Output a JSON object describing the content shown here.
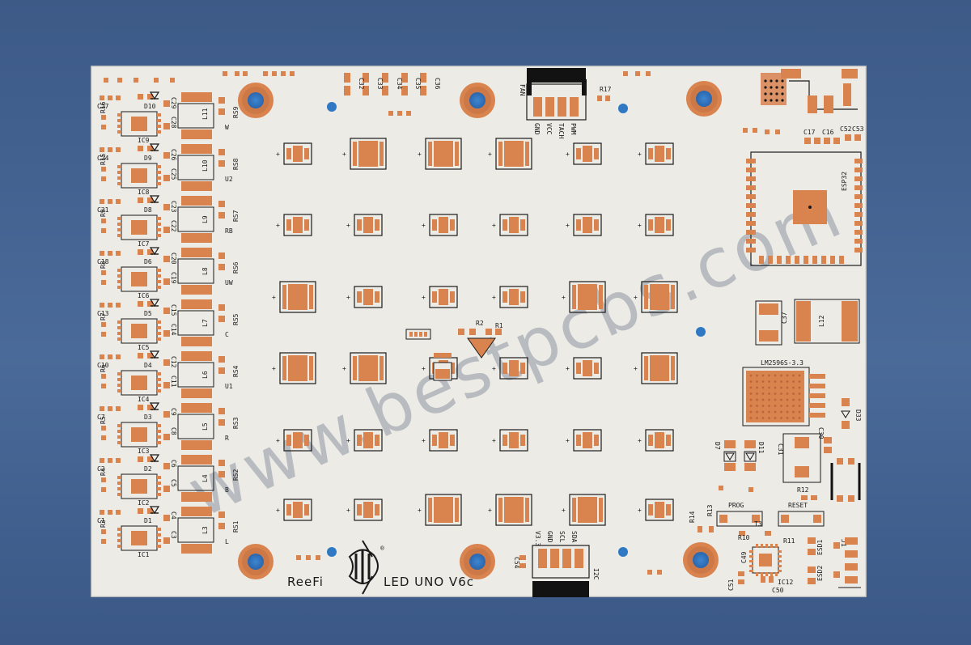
{
  "board": {
    "brand": "ReeFi",
    "registered_mark": "®",
    "model": "LED UNO V6c",
    "watermark": "www.bestpcbs.com",
    "chip_label": "ESP32",
    "regulator_label": "LM2596S-3.3",
    "fan_header": {
      "title": "FAN",
      "pins": [
        "GND",
        "VCC",
        "TACH",
        "PWM"
      ]
    },
    "i2c_header": {
      "title": "I2C",
      "pins": [
        "V3.3",
        "GND",
        "SCL",
        "SDA"
      ]
    },
    "buttons": {
      "prog": "PROG",
      "reset": "RESET"
    },
    "channels": [
      "W",
      "U2",
      "RB",
      "UW",
      "C",
      "U1",
      "R",
      "B",
      "L"
    ],
    "left_refs": {
      "caps_left": [
        "C27",
        "C24",
        "C21",
        "C18",
        "C13",
        "C10",
        "C7",
        "C2",
        "C1"
      ],
      "res_left": [
        "R16",
        "R15",
        "R9",
        "R8",
        "R7",
        "R6",
        "R5",
        "R4",
        "R3"
      ],
      "ics": [
        "IC9",
        "IC8",
        "IC7",
        "IC6",
        "IC5",
        "IC4",
        "IC3",
        "IC2",
        "IC1"
      ],
      "diodes": [
        "D10",
        "D9",
        "D8",
        "D6",
        "D5",
        "D4",
        "D3",
        "D2",
        "D1"
      ],
      "inductors": [
        "L11",
        "L10",
        "L9",
        "L8",
        "L7",
        "L6",
        "L5",
        "L4",
        "L3"
      ],
      "sense_res": [
        "RS9",
        "RS8",
        "RS7",
        "RS6",
        "RS5",
        "RS4",
        "RS3",
        "RS2",
        "RS1"
      ],
      "caps_inner": [
        [
          "C28",
          "C29"
        ],
        [
          "C25",
          "C26"
        ],
        [
          "C22",
          "C23"
        ],
        [
          "C19",
          "C20"
        ],
        [
          "C14",
          "C15"
        ],
        [
          "C11",
          "C12"
        ],
        [
          "C8",
          "C9"
        ],
        [
          "C5",
          "C6"
        ],
        [
          "C3",
          "C4"
        ]
      ]
    },
    "top_caps": [
      "C32",
      "C33",
      "C34",
      "C35",
      "C36"
    ],
    "misc_refs": {
      "r17": "R17",
      "r1": "R1",
      "r2": "R2",
      "c17": "C17",
      "c16": "C16",
      "c52": "C52",
      "c53": "C53",
      "c37": "C37",
      "l12": "L12",
      "d33": "D33",
      "d7": "D7",
      "d11": "D11",
      "c31": "C31",
      "c30": "C30",
      "r12": "R12",
      "r10": "R10",
      "r11": "R11",
      "t3": "T3",
      "r13": "R13",
      "r14": "R14",
      "c49": "C49",
      "c50": "C50",
      "c51": "C51",
      "ic12": "IC12",
      "esd1": "ESD1",
      "esd2": "ESD2",
      "j1": "J1",
      "c54": "C54"
    }
  },
  "colors": {
    "background": "#45639a",
    "pcb": "#ecebe6",
    "copper": "#d9834f",
    "copper_dark": "#b8673a",
    "silkscreen": "#1a1a1a",
    "via_blue": "#2f78c4",
    "header_black": "#121212"
  }
}
